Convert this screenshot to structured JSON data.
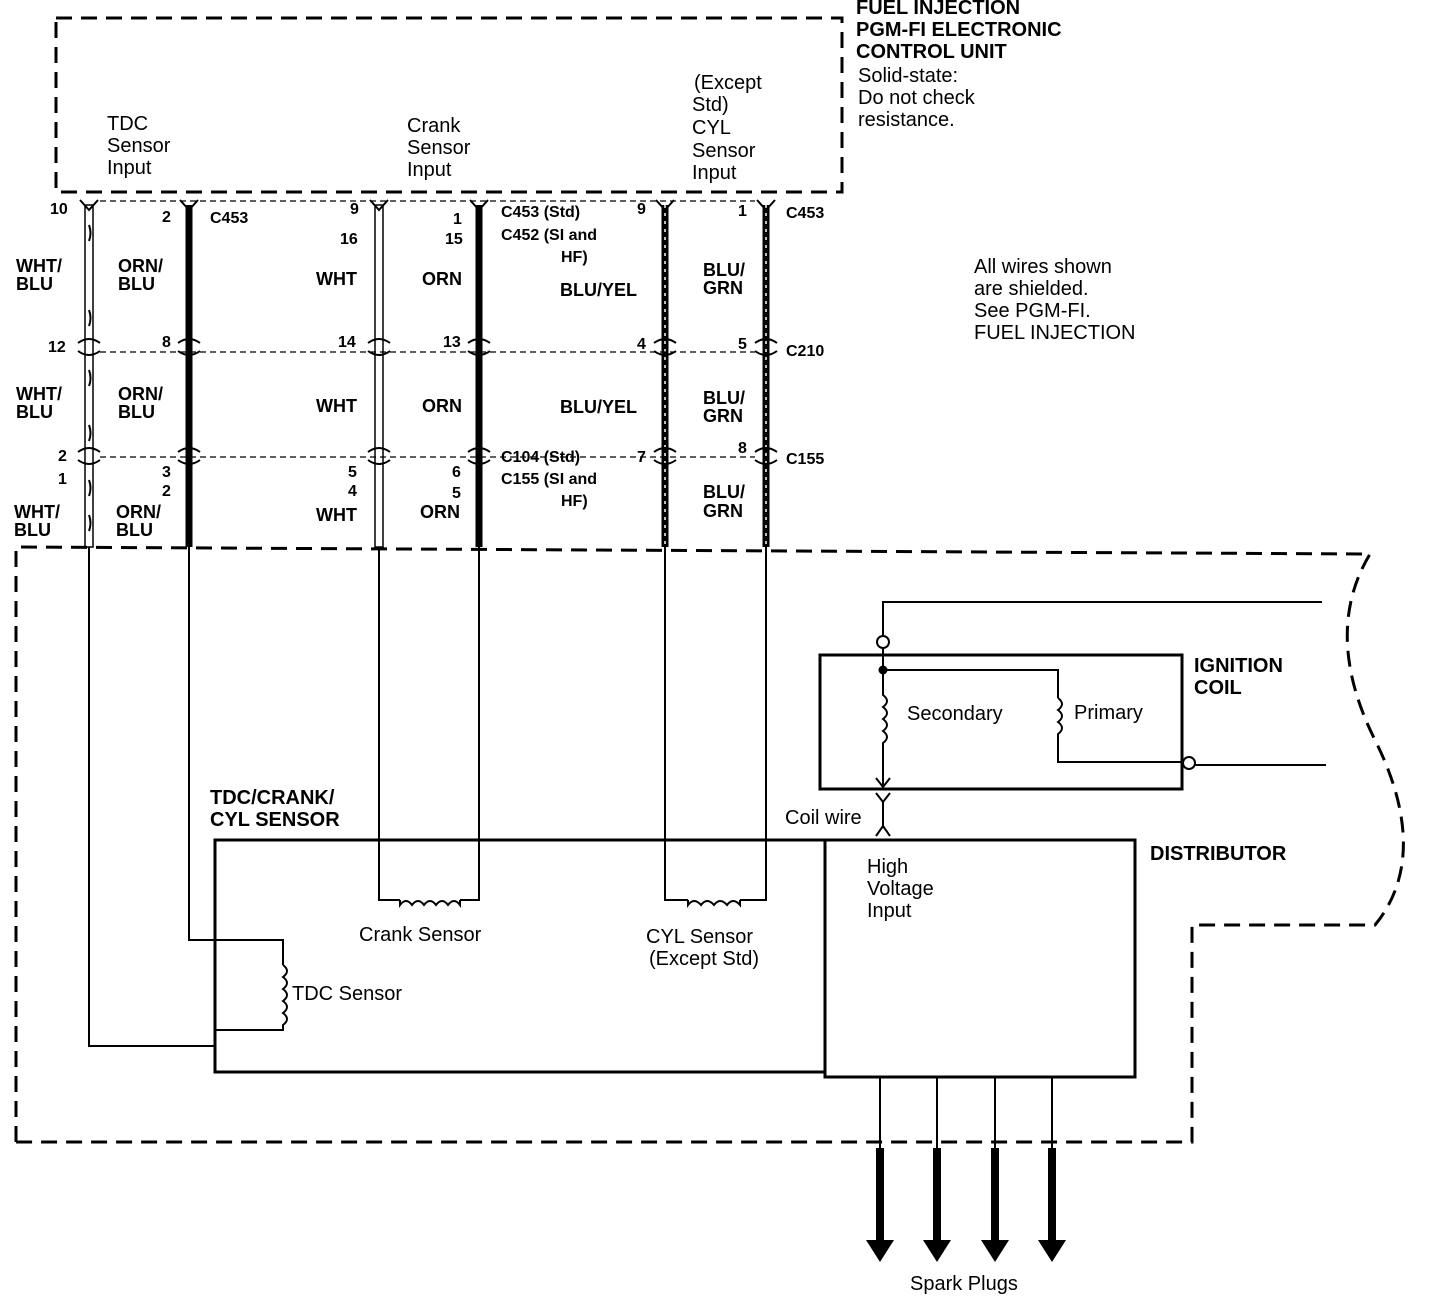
{
  "ecu": {
    "title_1": "FUEL INJECTION",
    "title_2": "PGM-FI ELECTRONIC",
    "title_3": "CONTROL UNIT",
    "note_1": "Solid-state:",
    "note_2": "Do not check",
    "note_3": "resistance.",
    "inputs": {
      "tdc": [
        "TDC",
        "Sensor",
        "Input"
      ],
      "crank": [
        "Crank",
        "Sensor",
        "Input"
      ],
      "cyl": [
        "(Except",
        "Std)",
        "CYL",
        "Sensor",
        "Input"
      ]
    }
  },
  "shield_note": [
    "All wires shown",
    "are shielded.",
    "See PGM-FI.",
    "FUEL INJECTION"
  ],
  "connectors": {
    "c453": "C453",
    "c453_std": "C453 (Std)",
    "c452_si": "C452 (SI and",
    "hf": "HF)",
    "c210": "C210",
    "c104_std": "C104 (Std)",
    "c155_si": "C155 (SI and",
    "c155": "C155"
  },
  "pins": {
    "row1": [
      "10",
      "2",
      "9",
      "16",
      "1",
      "15",
      "9",
      "1"
    ],
    "row2": [
      "12",
      "8",
      "14",
      "13",
      "4",
      "5"
    ],
    "row3": [
      "2",
      "1",
      "3",
      "2",
      "5",
      "4",
      "6",
      "5",
      "7",
      "8"
    ]
  },
  "wires": {
    "wht_blu": [
      "WHT/",
      "BLU"
    ],
    "orn_blu": [
      "ORN/",
      "BLU"
    ],
    "wht": "WHT",
    "orn": "ORN",
    "blu_yel": "BLU/YEL",
    "blu_grn": [
      "BLU/",
      "GRN"
    ]
  },
  "components": {
    "ignition_coil": [
      "IGNITION",
      "COIL"
    ],
    "secondary": "Secondary",
    "primary": "Primary",
    "coil_wire": "Coil wire",
    "sensor_title": [
      "TDC/CRANK/",
      "CYL SENSOR"
    ],
    "distributor": "DISTRIBUTOR",
    "high_voltage": [
      "High",
      "Voltage",
      "Input"
    ],
    "crank_sensor": "Crank Sensor",
    "cyl_sensor": [
      "CYL Sensor",
      "(Except Std)"
    ],
    "tdc_sensor": "TDC Sensor",
    "spark_plugs": "Spark Plugs"
  },
  "wire_colors": {
    "line": "#000000",
    "background": "#ffffff"
  }
}
